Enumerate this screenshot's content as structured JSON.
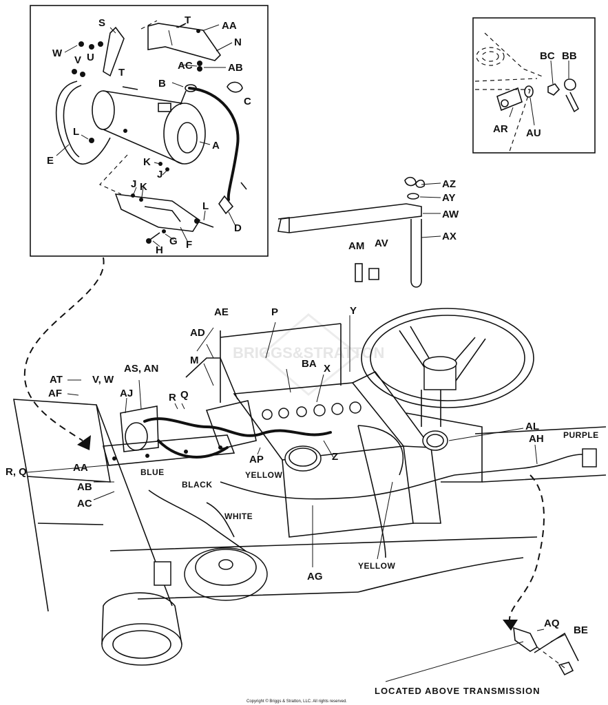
{
  "labels": {
    "s": "S",
    "t1": "T",
    "aa1": "AA",
    "n": "N",
    "w1": "W",
    "v1": "V",
    "u": "U",
    "ac1": "AC",
    "ab1": "AB",
    "t2": "T",
    "b": "B",
    "c": "C",
    "e": "E",
    "l1": "L",
    "a": "A",
    "k1": "K",
    "j1": "J",
    "j2": "J",
    "k2": "K",
    "l2": "L",
    "d": "D",
    "g": "G",
    "f": "F",
    "h": "H",
    "bc": "BC",
    "bb": "BB",
    "ar": "AR",
    "au": "AU",
    "az": "AZ",
    "ay": "AY",
    "aw": "AW",
    "ax": "AX",
    "am": "AM",
    "av": "AV",
    "ae": "AE",
    "p": "P",
    "y": "Y",
    "ad": "AD",
    "ba": "BA",
    "m": "M",
    "x": "X",
    "asan": "AS, AN",
    "at": "AT",
    "vw": "V, W",
    "af": "AF",
    "aj": "AJ",
    "r": "R",
    "q": "Q",
    "al": "AL",
    "ah": "AH",
    "rq": "R, Q",
    "z": "Z",
    "ap": "AP",
    "aa2": "AA",
    "ab2": "AB",
    "ac2": "AC",
    "ag": "AG",
    "aq": "AQ",
    "be": "BE"
  },
  "wire_colors": {
    "purple": "PURPLE",
    "blue": "BLUE",
    "black": "BLACK",
    "yellow1": "YELLOW",
    "white": "WHITE",
    "yellow2": "YELLOW"
  },
  "notes": {
    "located": "LOCATED ABOVE TRANSMISSION",
    "copyright": "Copyright © Briggs & Stratton, LLC. All rights reserved.",
    "watermark": "BRIGGS&STRATTON"
  }
}
